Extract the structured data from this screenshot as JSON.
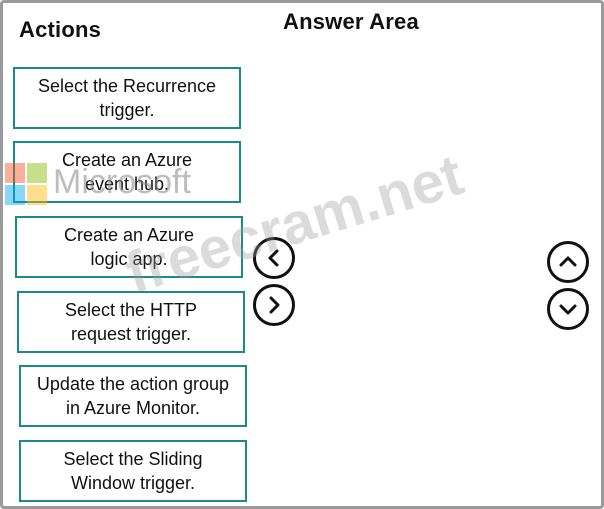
{
  "headings": {
    "actions": "Actions",
    "answer_area": "Answer Area"
  },
  "actions": [
    {
      "label": "Select the Recurrence\ntrigger."
    },
    {
      "label": "Create an Azure\nevent hub."
    },
    {
      "label": "Create an Azure\nlogic app."
    },
    {
      "label": "Select the HTTP\nrequest trigger."
    },
    {
      "label": "Update the action group\nin Azure Monitor."
    },
    {
      "label": "Select the Sliding\nWindow trigger."
    }
  ],
  "controls": {
    "move_left_icon": "chevron-left-icon",
    "move_right_icon": "chevron-right-icon",
    "move_up_icon": "chevron-up-icon",
    "move_down_icon": "chevron-down-icon"
  },
  "watermark": {
    "logo_text": "Microsoft",
    "site_text": "freecram.net"
  },
  "colors": {
    "box_border": "#1d8a8a",
    "frame_border": "#9a9a9a"
  }
}
